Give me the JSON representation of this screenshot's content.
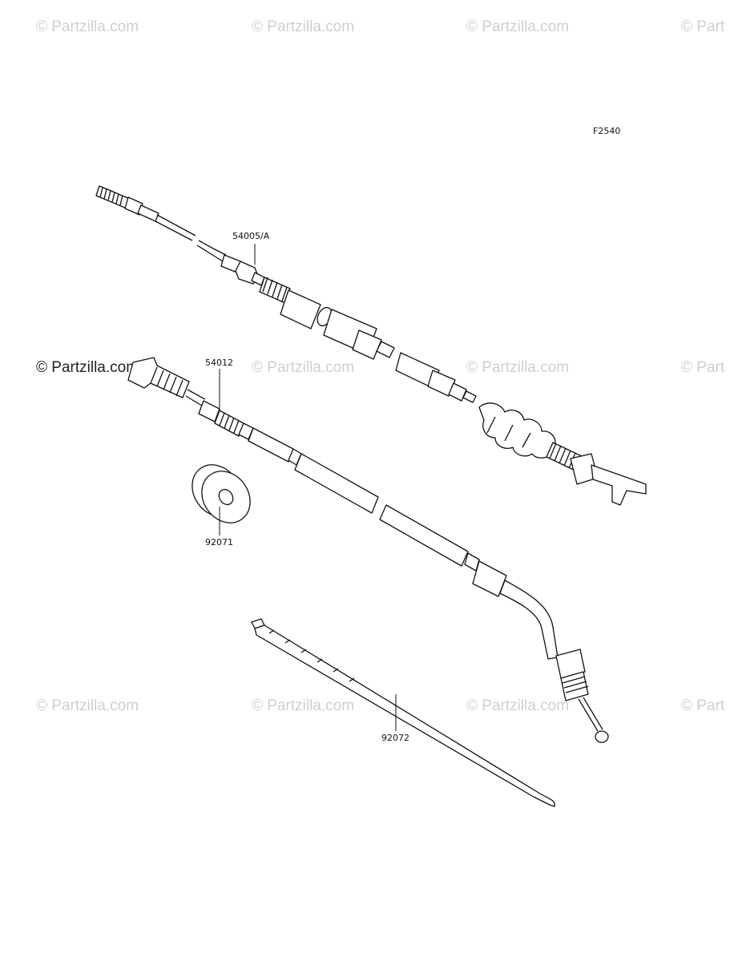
{
  "watermarks": [
    "© Partzilla.com",
    "© Partzilla.com",
    "© Partzilla.com",
    "© Part",
    "© Partzilla.com",
    "© Partzilla.com",
    "© Partzilla.com",
    "© Part",
    "© Partzilla.com",
    "© Partzilla.com",
    "© Partzilla.com",
    "© Part"
  ],
  "diagram_code": "F2540",
  "parts": [
    {
      "number": "54005/A"
    },
    {
      "number": "54012"
    },
    {
      "number": "92071"
    },
    {
      "number": "92072"
    }
  ]
}
